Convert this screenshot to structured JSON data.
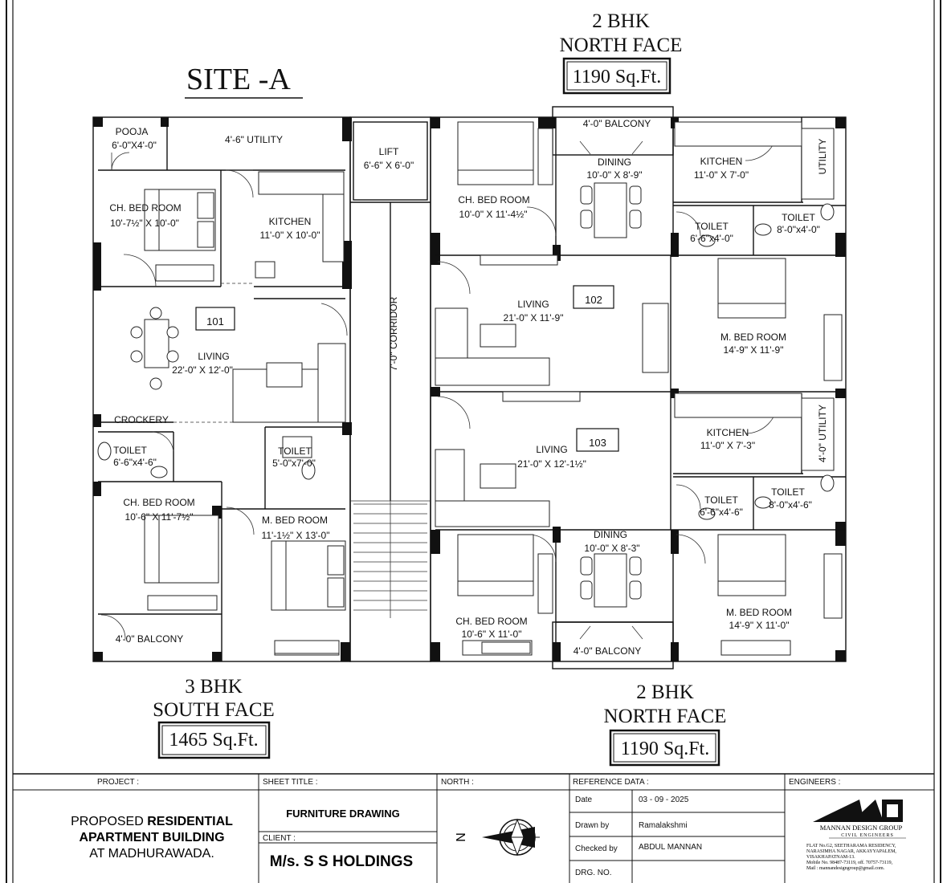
{
  "site_title": "SITE -A",
  "blocks": {
    "top_right": {
      "type": "2 BHK",
      "face": "NORTH FACE",
      "area": "1190 Sq.Ft."
    },
    "bottom_left": {
      "type": "3 BHK",
      "face": "SOUTH FACE",
      "area": "1465 Sq.Ft."
    },
    "bottom_right": {
      "type": "2 BHK",
      "face": "NORTH FACE",
      "area": "1190 Sq.Ft."
    }
  },
  "units": {
    "u101": "101",
    "u102": "102",
    "u103": "103"
  },
  "rooms": {
    "pooja_name": "POOJA",
    "pooja_size": "6'-0\"X4'-0\"",
    "utility_101": "4'-6\" UTILITY",
    "ch_bed_101a_name": "CH. BED ROOM",
    "ch_bed_101a_size": "10'-7½\" X 10'-0\"",
    "kitchen_101_name": "KITCHEN",
    "kitchen_101_size": "11'-0\" X 10'-0\"",
    "living_101_name": "LIVING",
    "living_101_size": "22'-0\" X 12'-0\"",
    "crockery": "CROCKERY",
    "toilet_101a_name": "TOILET",
    "toilet_101a_size": "6'-6\"x4'-6\"",
    "toilet_101b_name": "TOILET",
    "toilet_101b_size": "5'-0\"x7'-0\"",
    "ch_bed_101b_name": "CH. BED ROOM",
    "ch_bed_101b_size": "10'-6\" X 11'-7½\"",
    "m_bed_101_name": "M. BED ROOM",
    "m_bed_101_size": "11'-1½\" X 13'-0\"",
    "balcony_101": "4'-0\" BALCONY",
    "lift_name": "LIFT",
    "lift_size": "6'-6\" X 6'-0\"",
    "corridor": "7'-0\" CORRIDOR",
    "balcony_102": "4'-0\" BALCONY",
    "ch_bed_102_name": "CH. BED ROOM",
    "ch_bed_102_size": "10'-0\" X 11'-4½\"",
    "dining_102_name": "DINING",
    "dining_102_size": "10'-0\" X 8'-9\"",
    "kitchen_102_name": "KITCHEN",
    "kitchen_102_size": "11'-0\" X 7'-0\"",
    "utility_102": "UTILITY",
    "toilet_102a_name": "TOILET",
    "toilet_102a_size": "6'-6\"x4'-0\"",
    "toilet_102b_name": "TOILET",
    "toilet_102b_size": "8'-0\"x4'-0\"",
    "living_102_name": "LIVING",
    "living_102_size": "21'-0\" X 11'-9\"",
    "m_bed_102_name": "M. BED ROOM",
    "m_bed_102_size": "14'-9\" X 11'-9\"",
    "living_103_name": "LIVING",
    "living_103_size": "21'-0\" X 12'-1½\"",
    "kitchen_103_name": "KITCHEN",
    "kitchen_103_size": "11'-0\" X 7'-3\"",
    "utility_103": "4'-0\" UTILITY",
    "toilet_103a_name": "TOILET",
    "toilet_103a_size": "6'-6\"x4'-6\"",
    "toilet_103b_name": "TOILET",
    "toilet_103b_size": "8'-0\"x4'-6\"",
    "dining_103_name": "DINING",
    "dining_103_size": "10'-0\" X 8'-3\"",
    "ch_bed_103_name": "CH. BED ROOM",
    "ch_bed_103_size": "10'-6\" X 11'-0\"",
    "m_bed_103_name": "M. BED ROOM",
    "m_bed_103_size": "14'-9\" X 11'-0\"",
    "balcony_103": "4'-0\" BALCONY"
  },
  "title_block": {
    "project_label": "PROJECT :",
    "project_line1_a": "PROPOSED ",
    "project_line1_b": "RESIDENTIAL",
    "project_line2": "APARTMENT BUILDING",
    "project_line3": "AT MADHURAWADA.",
    "sheet_title_label": "SHEET TITLE :",
    "sheet_title": "FURNITURE DRAWING",
    "client_label": "CLIENT :",
    "client": "M/s. S S HOLDINGS",
    "north_label": "NORTH :",
    "north_letter": "N",
    "reference_label": "REFERENCE DATA :",
    "date_label": "Date",
    "date_value": "03 - 09 - 2025",
    "drawn_label": "Drawn by",
    "drawn_value": "Ramalakshmi",
    "checked_label": "Checked by",
    "checked_value": "ABDUL MANNAN",
    "drg_label": "DRG. NO.",
    "drg_value": "",
    "engineers_label": "ENGINEERS :",
    "firm_name": "MANNAN DESIGN GROUP",
    "firm_sub": "CIVIL ENGINEERS",
    "addr1": "FLAT No.G2, SEETHARAMA RESIDENCY,",
    "addr2": "NARASIMHA NAGAR, AKKAYYAPALEM,",
    "addr3": "VISAKHAPATNAM-13.",
    "addr4": "Mobile No. 98487-73119, off. 70757-73119,",
    "addr5": "Mail : mannandesigngroup@gmail.com."
  }
}
